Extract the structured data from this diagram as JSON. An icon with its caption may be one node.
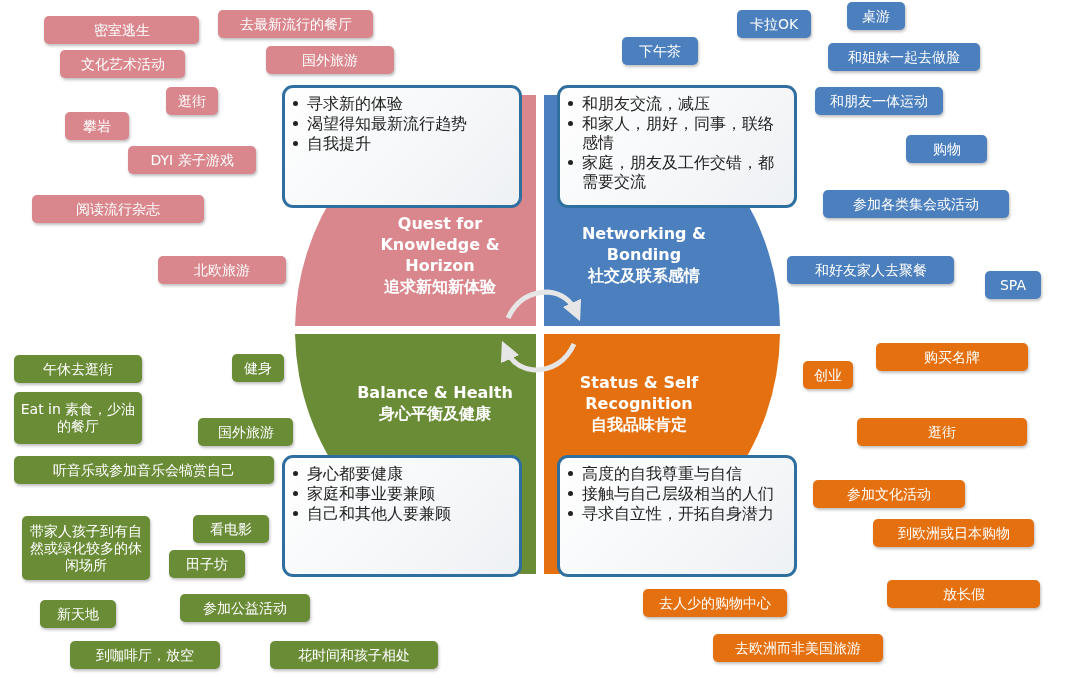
{
  "diagram": {
    "nodes": [
      {
        "text": [
          "Quest for Knowledge & Horizon",
          "追求新知新体验"
        ]
      },
      {
        "text": [
          "Networking & Bonding",
          "社交及联系感情"
        ]
      },
      {
        "text": [
          "Balance & Health",
          "身心平衡及健康"
        ]
      },
      {
        "text": [
          "Status & Self Recognition",
          "自我品味肯定"
        ]
      },
      {
        "text": [
          "寻求新的体验",
          "渴望得知最新流行趋势",
          "自我提升"
        ]
      },
      {
        "text": [
          "和朋友交流，减压",
          "和家人，朋好，同事，联络感情",
          "家庭，朋友及工作交错，都需要交流"
        ]
      },
      {
        "text": [
          "身心都要健康",
          "家庭和事业要兼顾",
          "自己和其他人要兼顾"
        ]
      },
      {
        "text": [
          "高度的自我尊重与自信",
          "接触与自己层级相当的人们",
          "寻求自立性，开拓自身潜力"
        ]
      },
      {
        "text": [
          "密室逃生"
        ]
      },
      {
        "text": [
          "去最新流行的餐厅"
        ]
      },
      {
        "text": [
          "文化艺术活动"
        ]
      },
      {
        "text": [
          "国外旅游"
        ]
      },
      {
        "text": [
          "逛街"
        ]
      },
      {
        "text": [
          "攀岩"
        ]
      },
      {
        "text": [
          "DYI 亲子游戏"
        ]
      },
      {
        "text": [
          "阅读流行杂志"
        ]
      },
      {
        "text": [
          "北欧旅游"
        ]
      },
      {
        "text": [
          "卡拉OK"
        ]
      },
      {
        "text": [
          "桌游"
        ]
      },
      {
        "text": [
          "下午茶"
        ]
      },
      {
        "text": [
          "和姐妹一起去做脸"
        ]
      },
      {
        "text": [
          "和朋友一体运动"
        ]
      },
      {
        "text": [
          "购物"
        ]
      },
      {
        "text": [
          "参加各类集会或活动"
        ]
      },
      {
        "text": [
          "和好友家人去聚餐"
        ]
      },
      {
        "text": [
          "SPA"
        ]
      },
      {
        "text": [
          "午休去逛街"
        ]
      },
      {
        "text": [
          "健身"
        ]
      },
      {
        "text": [
          "Eat in 素食，少油的餐厅"
        ]
      },
      {
        "text": [
          "国外旅游"
        ]
      },
      {
        "text": [
          "听音乐或参加音乐会犒赏自己"
        ]
      },
      {
        "text": [
          "带家人孩子到有自然或绿化较多的休闲场所"
        ]
      },
      {
        "text": [
          "看电影"
        ]
      },
      {
        "text": [
          "田子坊"
        ]
      },
      {
        "text": [
          "新天地"
        ]
      },
      {
        "text": [
          "参加公益活动"
        ]
      },
      {
        "text": [
          "到咖啡厅，放空"
        ]
      },
      {
        "text": [
          "花时间和孩子相处"
        ]
      },
      {
        "text": [
          "购买名牌"
        ]
      },
      {
        "text": [
          "创业"
        ]
      },
      {
        "text": [
          "逛街"
        ]
      },
      {
        "text": [
          "参加文化活动"
        ]
      },
      {
        "text": [
          "到欧洲或日本购物"
        ]
      },
      {
        "text": [
          "放长假"
        ]
      },
      {
        "text": [
          "去人少的购物中心"
        ]
      },
      {
        "text": [
          "去欧洲而非美国旅游"
        ]
      }
    ],
    "edges": [
      {
        "from": 0,
        "to": 1,
        "arrow": "to"
      },
      {
        "from": 3,
        "to": 2,
        "arrow": "to"
      }
    ]
  }
}
